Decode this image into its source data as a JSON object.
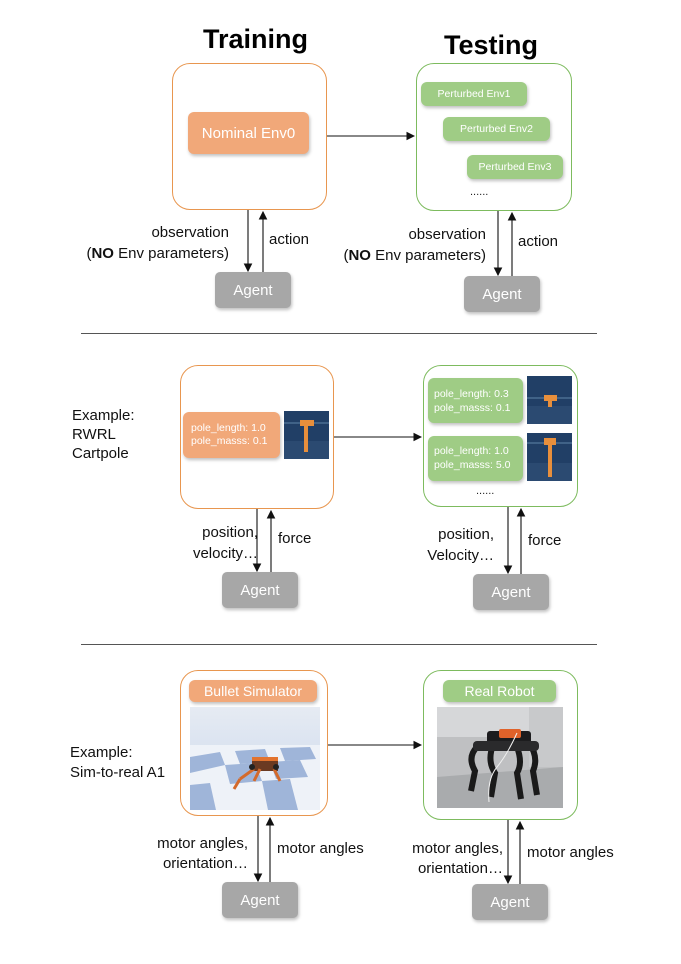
{
  "headings": {
    "training": "Training",
    "testing": "Testing"
  },
  "section1": {
    "train_env": "Nominal Env0",
    "test_envs": [
      "Perturbed Env1",
      "Perturbed Env2",
      "Perturbed Env3"
    ],
    "test_ellipsis": "......",
    "observation": "observation",
    "no_bold": "NO",
    "env_params": " Env parameters)",
    "open_paren": "(",
    "action": "action",
    "agent": "Agent"
  },
  "section2": {
    "example": [
      "Example:",
      "RWRL",
      "Cartpole"
    ],
    "train_params": [
      "pole_length: 1.0",
      "pole_masss: 0.1"
    ],
    "test_params": [
      [
        "pole_length: 0.3",
        "pole_masss: 0.1"
      ],
      [
        "pole_length: 1.0",
        "pole_masss: 5.0"
      ]
    ],
    "test_ellipsis": "......",
    "train_obs": [
      "position,",
      "velocity…"
    ],
    "test_obs": [
      "position,",
      "Velocity…"
    ],
    "action": "force",
    "agent": "Agent"
  },
  "section3": {
    "example": [
      "Example:",
      "Sim-to-real A1"
    ],
    "train_label": "Bullet Simulator",
    "test_label": "Real Robot",
    "obs": [
      "motor angles,",
      "orientation…"
    ],
    "action": "motor angles",
    "agent": "Agent"
  },
  "colors": {
    "orange_border": "#e8964f",
    "orange_fill": "#f1a879",
    "green_border": "#7dbb5e",
    "green_fill": "#9fcc85",
    "agent": "#a7a7a7"
  }
}
